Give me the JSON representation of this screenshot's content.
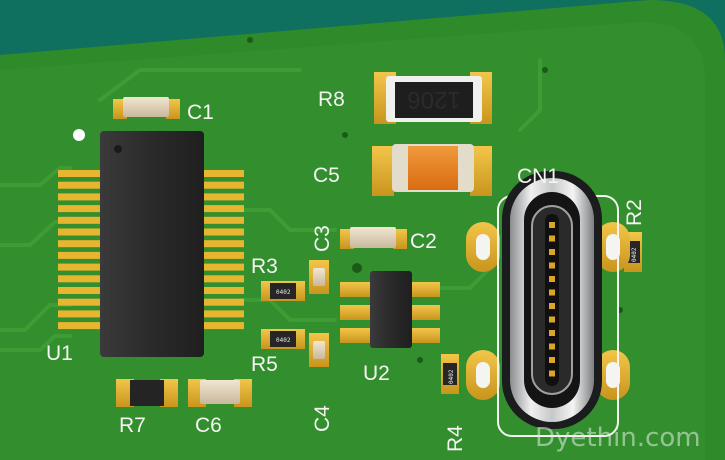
{
  "colors": {
    "board": "#2f8a2a",
    "board_edge": "#1f6b1d",
    "background": "#0f7060",
    "pad": "#e8b530",
    "silkscreen": "#f4f4f2",
    "ic_body": "#2c2c2c",
    "connector_shell": "#d9dadb"
  },
  "designators": {
    "u1": "U1",
    "u2": "U2",
    "c1": "C1",
    "c2": "C2",
    "c3": "C3",
    "c4": "C4",
    "c5": "C5",
    "c6": "C6",
    "r2": "R2",
    "r3": "R3",
    "r4": "R4",
    "r5": "R5",
    "r7": "R7",
    "r8": "R8",
    "cn1": "CN1"
  },
  "markings": {
    "r8_value": "1206",
    "r3_code": "0402",
    "r5_code": "0402",
    "r2_code": "0402",
    "r4_code": "0402"
  },
  "watermark": "Dyethin.com"
}
